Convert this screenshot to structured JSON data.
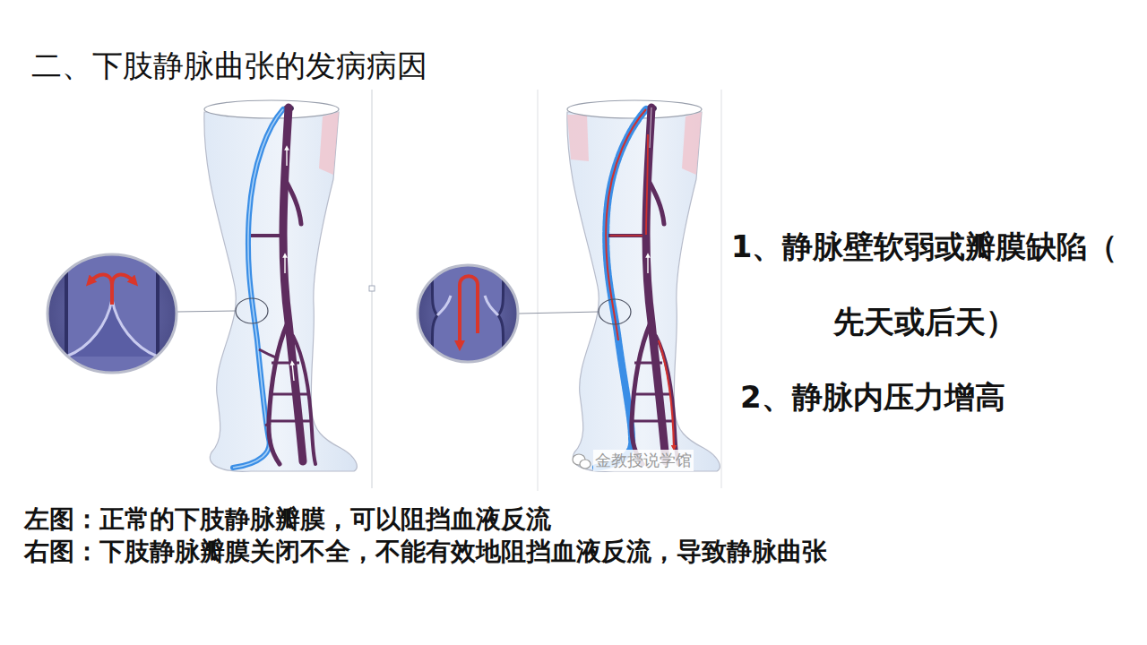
{
  "diagram": {
    "title": "二、下肢静脉曲张的发病病因",
    "labels": [
      "1、静脉壁软弱或瓣膜缺陷（先天或后天）",
      "2、静脉内压力增高",
      "左图：正常的下肢静脉瓣膜，可以阻挡血液反流",
      "右图：下肢静脉瓣膜关闭不全，不能有效地阻挡血液反流，导致静脉曲张",
      "金教授说学馆"
    ]
  }
}
